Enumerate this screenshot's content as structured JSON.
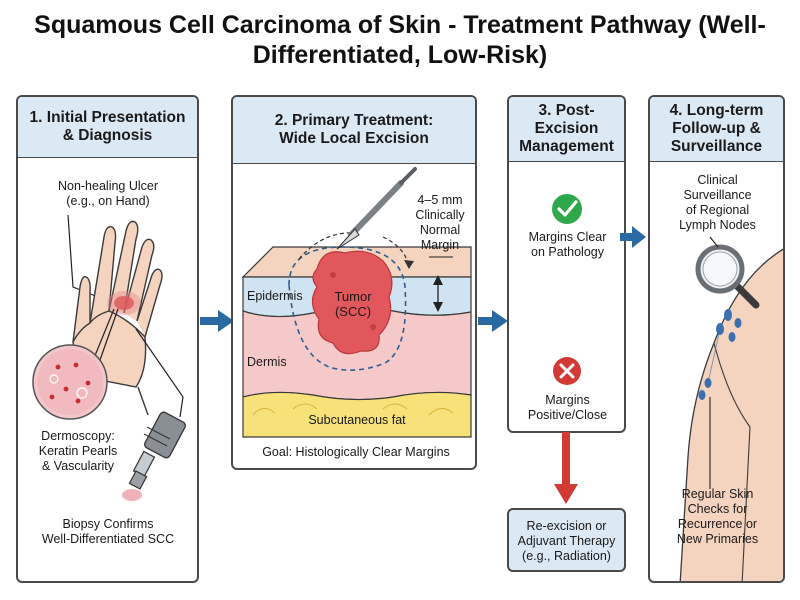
{
  "title": "Squamous Cell Carcinoma of Skin - Treatment Pathway\n(Well-Differentiated, Low-Risk)",
  "steps": [
    {
      "heading": "1. Initial Presentation\n& Diagnosis",
      "labels": {
        "ulcer": "Non-healing Ulcer\n(e.g., on Hand)",
        "dermoscopy": "Dermoscopy:\nKeratin Pearls\n& Vascularity",
        "biopsy": "Biopsy Confirms\nWell-Differentiated SCC"
      }
    },
    {
      "heading": "2. Primary Treatment:\nWide Local Excision",
      "labels": {
        "margin": "4–5 mm\nClinically\nNormal\nMargin",
        "epidermis": "Epidermis",
        "tumor": "Tumor\n(SCC)",
        "dermis": "Dermis",
        "fat": "Subcutaneous fat",
        "goal": "Goal: Histologically Clear Margins"
      }
    },
    {
      "heading": "3. Post-\nExcision\nManagement",
      "labels": {
        "clear": "Margins Clear\non Pathology",
        "positive": "Margins\nPositive/Close"
      }
    },
    {
      "heading": "4. Long-term\nFollow-up &\nSurveillance",
      "labels": {
        "surveillance": "Clinical\nSurveillance\nof Regional\nLymph Nodes",
        "checks": "Regular Skin\nChecks for\nRecurrence or\nNew Primaries"
      }
    }
  ],
  "reexcision": "Re-excision or\nAdjuvant Therapy\n(e.g., Radiation)",
  "colors": {
    "header_bg": "#dbe9f5",
    "arrow_blue": "#2a6aa3",
    "arrow_red": "#d23b35",
    "check_green": "#2ea84a",
    "cross_red": "#d23b35",
    "skin": "#f4d3bf",
    "dermis": "#f6c9c9",
    "epidermis": "#cfe3f2",
    "fat": "#f7e27a",
    "tumor": "#e2575b"
  },
  "icons": [
    "checkmark-icon",
    "cross-icon",
    "magnifier-icon",
    "scalpel-icon",
    "biopsy-punch-icon"
  ]
}
